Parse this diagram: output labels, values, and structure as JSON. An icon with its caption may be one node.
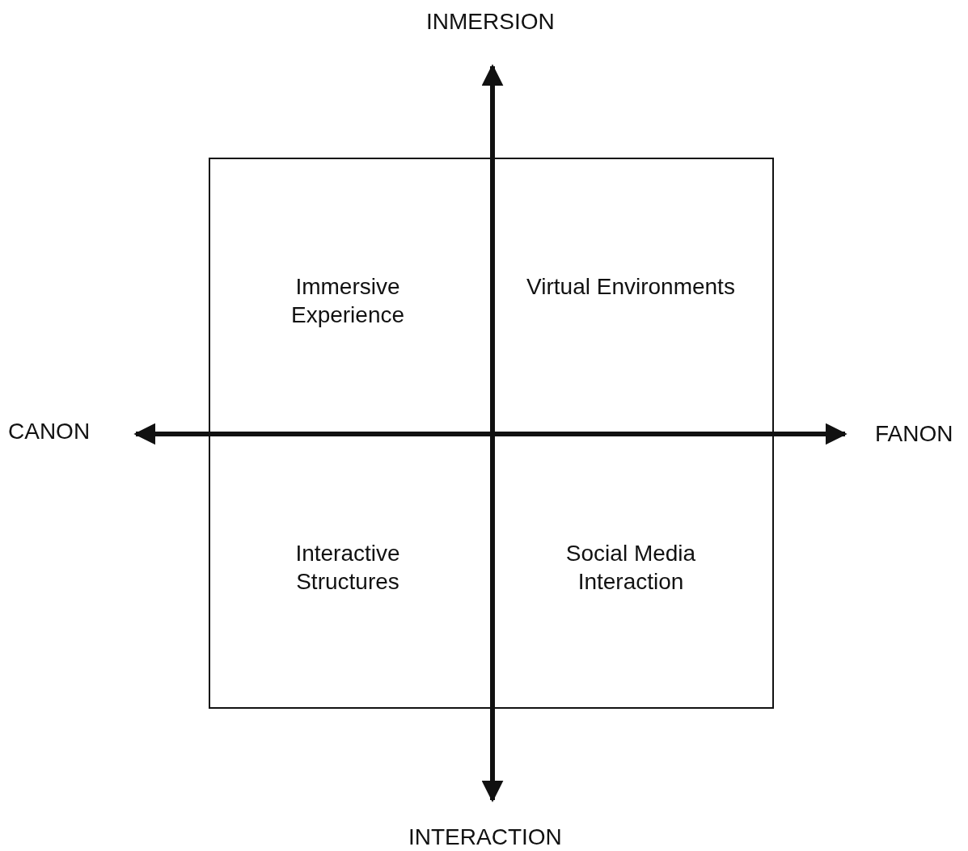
{
  "diagram": {
    "nodes": [
      {
        "text": [
          "Immersive Experience",
          "Virtual Environments",
          "Interactive Structures",
          "Social Media Interaction"
        ]
      }
    ],
    "labels": [
      "INMERSION",
      "CANON",
      "FANON",
      "INTERACTION"
    ]
  }
}
